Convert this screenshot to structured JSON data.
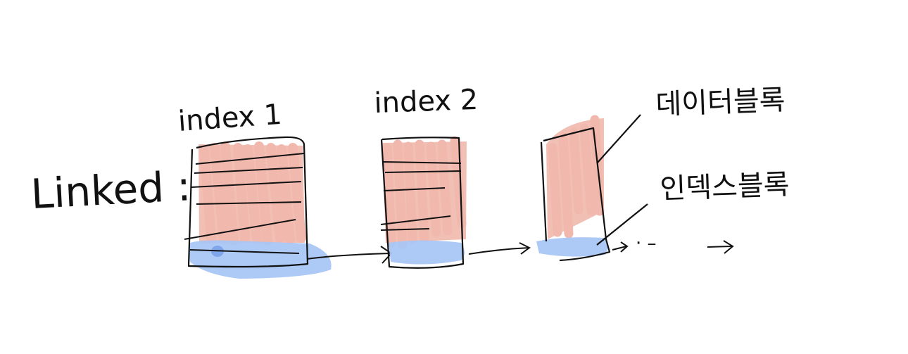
{
  "diagram": {
    "left_label": "Linked :",
    "blocks": [
      {
        "label": "index 1"
      },
      {
        "label": "index 2"
      },
      {
        "label": ""
      }
    ],
    "annotations": {
      "data_block": "데이터블록",
      "index_block": "인덱스블록"
    },
    "continuation": "· –",
    "colors": {
      "data_fill": "#f1b8ad",
      "index_fill": "#a9c6f4",
      "ink": "#111111",
      "background": "#ffffff"
    }
  }
}
